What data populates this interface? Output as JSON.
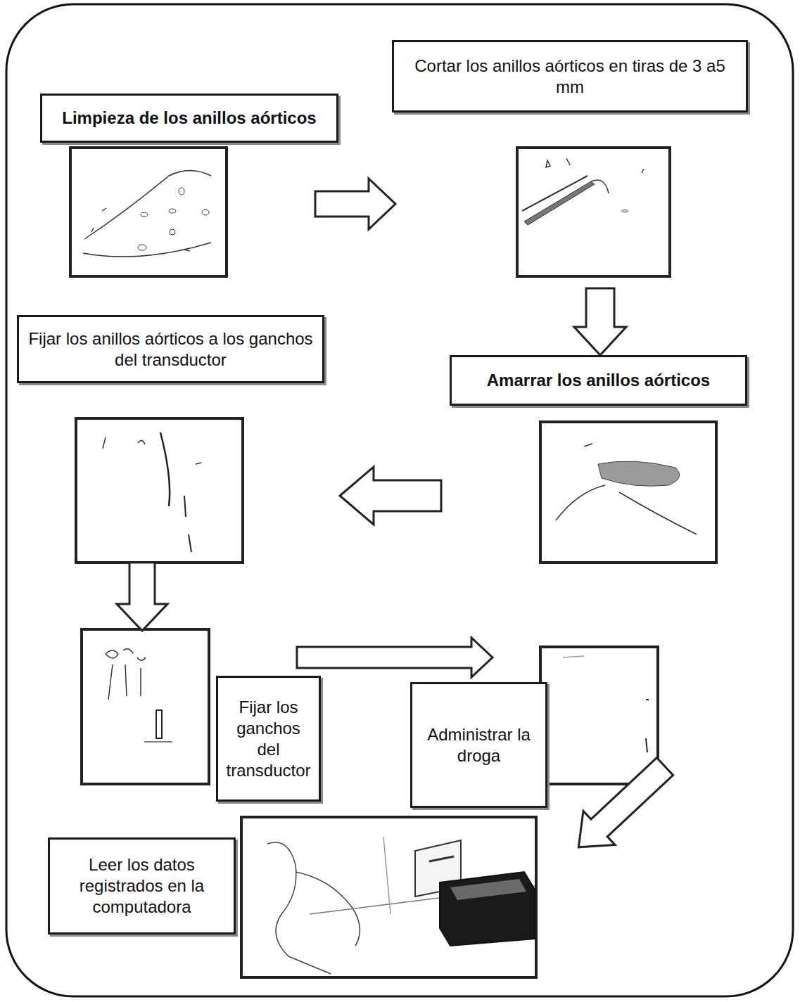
{
  "diagram": {
    "nodes": [
      {
        "text": [
          "Limpieza de los anillos aórticos"
        ]
      },
      {
        "text": [
          "Cortar los anillos aórticos en tiras de 3 a5 mm"
        ]
      },
      {
        "text": [
          "Fijar los anillos aórticos a los ganchos del transductor"
        ]
      },
      {
        "text": [
          "Amarrar los anillos aórticos"
        ]
      },
      {
        "text": [
          "Fijar los ganchos del transductor"
        ]
      },
      {
        "text": [
          "Administrar la droga"
        ]
      },
      {
        "text": [
          "Leer los datos registrados en la computadora"
        ]
      }
    ]
  }
}
